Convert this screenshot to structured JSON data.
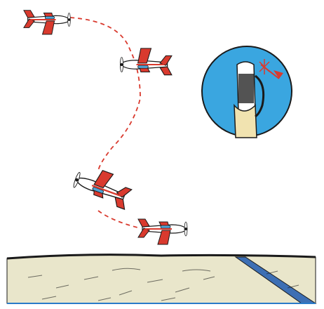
{
  "illustration": {
    "colors": {
      "plane_red": "#d93a2e",
      "plane_white": "#ffffff",
      "plane_window_blue": "#4fa3d6",
      "flight_path_red": "#d93a2e",
      "inset_circle_blue": "#3aa6e0",
      "inset_outline": "#1a1a1a",
      "hand_skin": "#f1e3b0",
      "ground_beige": "#e9e6cb",
      "horizon_dark": "#1a1a1a",
      "river_blue": "#3d6fb4",
      "border_blue": "#2a7bc8"
    },
    "airplanes": [
      {
        "name": "airplane-1",
        "pose": "level-flight"
      },
      {
        "name": "airplane-2",
        "pose": "climbing-turn"
      },
      {
        "name": "airplane-3",
        "pose": "spin-rotation"
      },
      {
        "name": "airplane-4",
        "pose": "low-level-recovery"
      }
    ],
    "flight_path": {
      "style": "dashed"
    },
    "inset": {
      "icon": "control-stick-icon",
      "motion": "arrow-right-down"
    },
    "ground": {
      "feature": "river"
    }
  }
}
